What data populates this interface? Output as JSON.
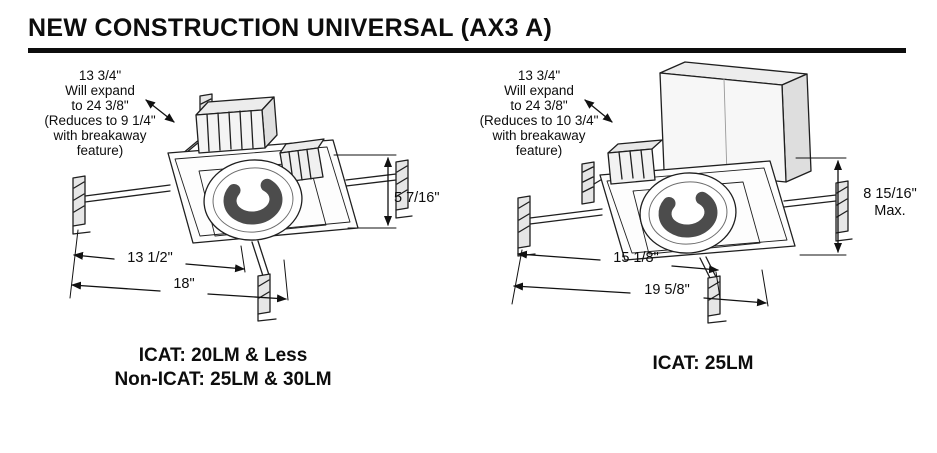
{
  "title": "NEW CONSTRUCTION UNIVERSAL (AX3 A)",
  "figures": {
    "left": {
      "note_lines": [
        "13 3/4\"",
        "Will expand",
        "to 24 3/8\"",
        "(Reduces to 9 1/4\"",
        "with breakaway",
        "feature)"
      ],
      "height_dim": "5 7/16\"",
      "inner_width_dim": "13 1/2\"",
      "outer_width_dim": "18\"",
      "caption_lines": [
        "ICAT: 20LM & Less",
        "Non-ICAT: 25LM & 30LM"
      ]
    },
    "right": {
      "note_lines": [
        "13 3/4\"",
        "Will expand",
        "to 24 3/8\"",
        "(Reduces to 10 3/4\"",
        "with breakaway",
        "feature)"
      ],
      "height_dim_lines": [
        "8 15/16\"",
        "Max."
      ],
      "inner_width_dim": "15 1/8\"",
      "outer_width_dim": "19 5/8\"",
      "caption_lines": [
        "ICAT: 25LM"
      ]
    }
  }
}
